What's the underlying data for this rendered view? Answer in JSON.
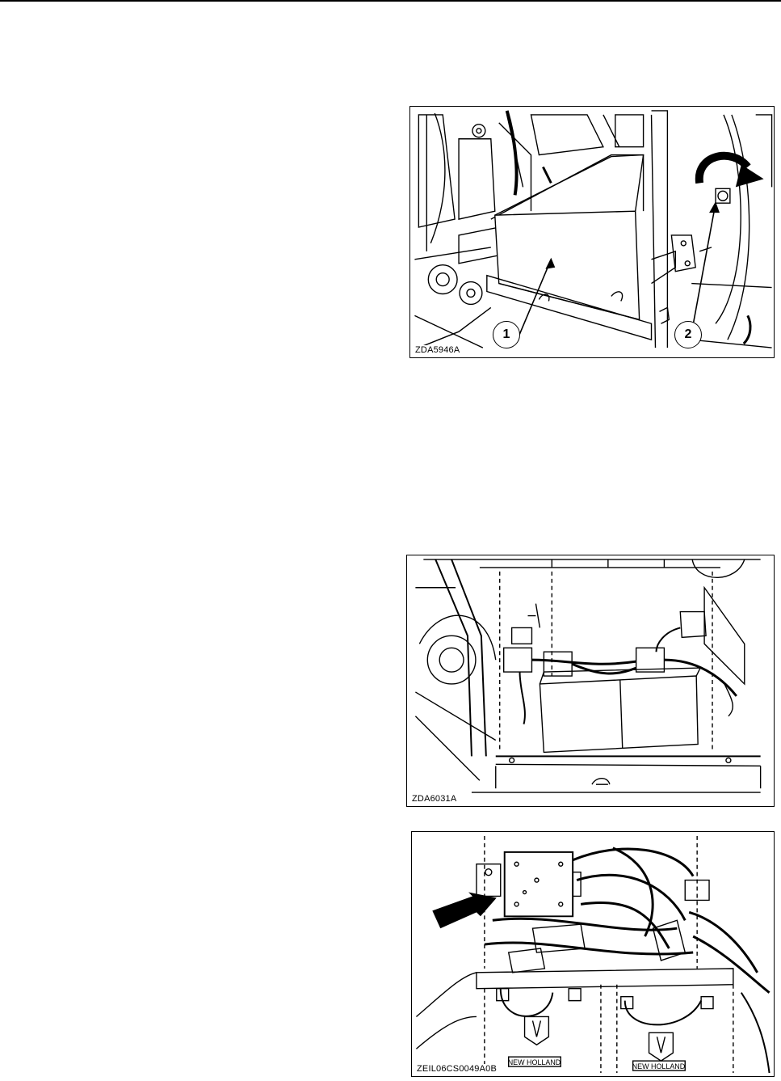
{
  "figures": [
    {
      "id_label": "ZDA5946A",
      "callouts": [
        "1",
        "2"
      ]
    },
    {
      "id_label": "ZDA6031A"
    },
    {
      "id_label": "ZEIL06CS0049A0B",
      "plate_left": "NEW HOLLAND",
      "plate_right": "NEW HOLLAND"
    }
  ]
}
